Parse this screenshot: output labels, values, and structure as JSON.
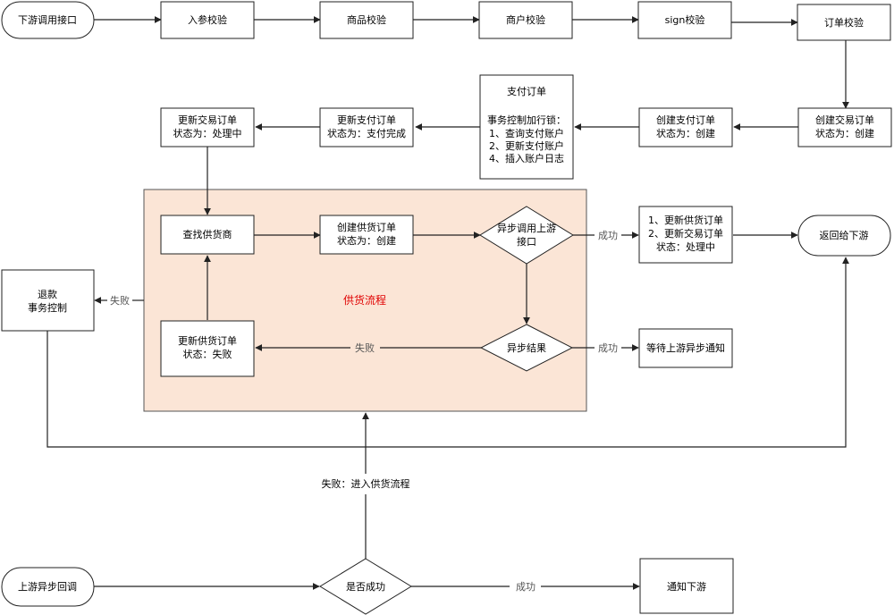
{
  "flow": {
    "downstream_call": "下游调用接口",
    "param_check": "入参校验",
    "goods_check": "商品校验",
    "merchant_check": "商户校验",
    "sign_check": "sign校验",
    "order_check": "订单校验",
    "create_trade_order": [
      "创建交易订单",
      "状态为：创建"
    ],
    "create_pay_order": [
      "创建支付订单",
      "状态为：创建"
    ],
    "pay_order": [
      "支付订单",
      "",
      "事务控制加行锁：",
      "1、查询支付账户",
      "2、更新支付账户",
      "4、插入账户日志"
    ],
    "update_pay_order": [
      "更新支付订单",
      "状态为：支付完成"
    ],
    "update_trade_order_processing": [
      "更新交易订单",
      "状态为：处理中"
    ],
    "supply_flow_title": "供货流程",
    "find_supplier": "查找供货商",
    "create_supply_order": [
      "创建供货订单",
      "状态为：创建"
    ],
    "async_call_upstream": [
      "异步调用上游",
      "接口"
    ],
    "success_update": [
      "1、更新供货订单",
      "2、更新交易订单",
      "状态：处理中"
    ],
    "return_downstream": "返回给下游",
    "async_result": "异步结果",
    "wait_upstream_notify": "等待上游异步通知",
    "update_supply_order_failed": [
      "更新供货订单",
      "状态：失败"
    ],
    "refund": [
      "退款",
      "事务控制"
    ],
    "upstream_callback": "上游异步回调",
    "is_success": "是否成功",
    "notify_downstream": "通知下游"
  },
  "edge_labels": {
    "success": "成功",
    "fail": "失败",
    "fail_enter_supply": "失败：进入供货流程"
  },
  "colors": {
    "supply_region_fill": "#fbe5d6",
    "supply_title": "#e00000"
  }
}
